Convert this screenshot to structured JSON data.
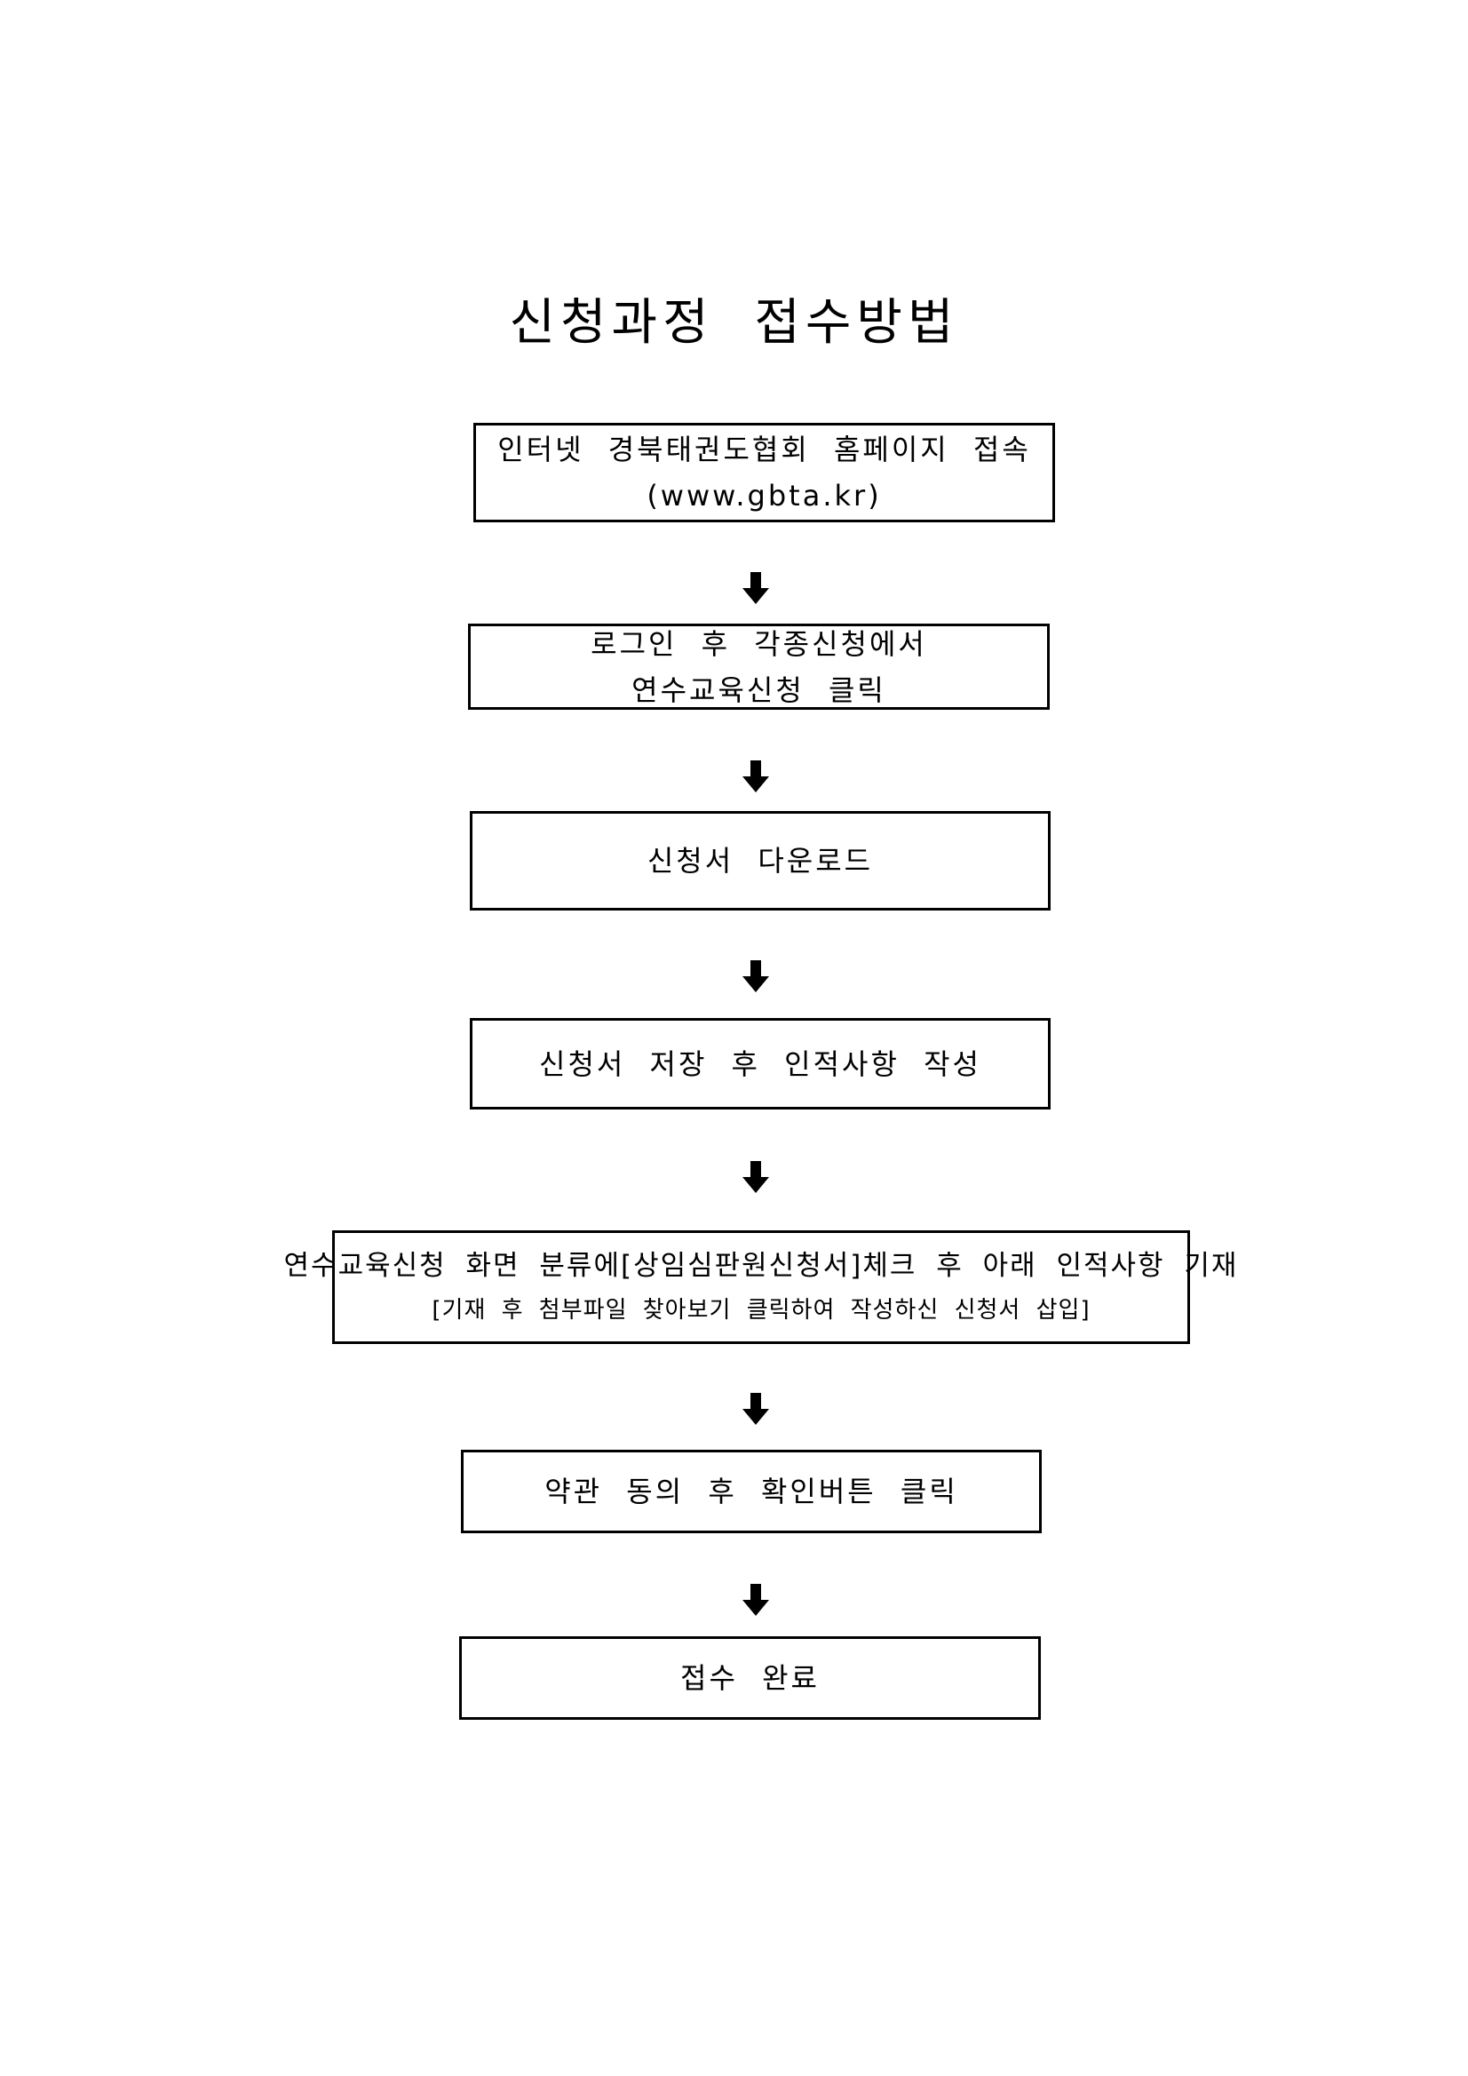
{
  "title": "신청과정 접수방법",
  "steps": [
    {
      "lines": [
        "인터넷 경북태권도협회 홈페이지 접속",
        "(www.gbta.kr)"
      ]
    },
    {
      "lines": [
        "로그인 후 각종신청에서",
        "연수교육신청 클릭"
      ]
    },
    {
      "lines": [
        "신청서 다운로드"
      ]
    },
    {
      "lines": [
        "신청서 저장 후 인적사항 작성"
      ]
    },
    {
      "lines": [
        "연수교육신청 화면 분류에[상임심판원신청서]체크 후 아래 인적사항 기재",
        "[기재 후 첨부파일 찾아보기 클릭하여 작성하신 신청서 삽입]"
      ]
    },
    {
      "lines": [
        "약관 동의 후 확인버튼 클릭"
      ]
    },
    {
      "lines": [
        "접수 완료"
      ]
    }
  ],
  "arrow_icon": "down-arrow-icon",
  "colors": {
    "line": "#000000",
    "background": "#ffffff"
  }
}
